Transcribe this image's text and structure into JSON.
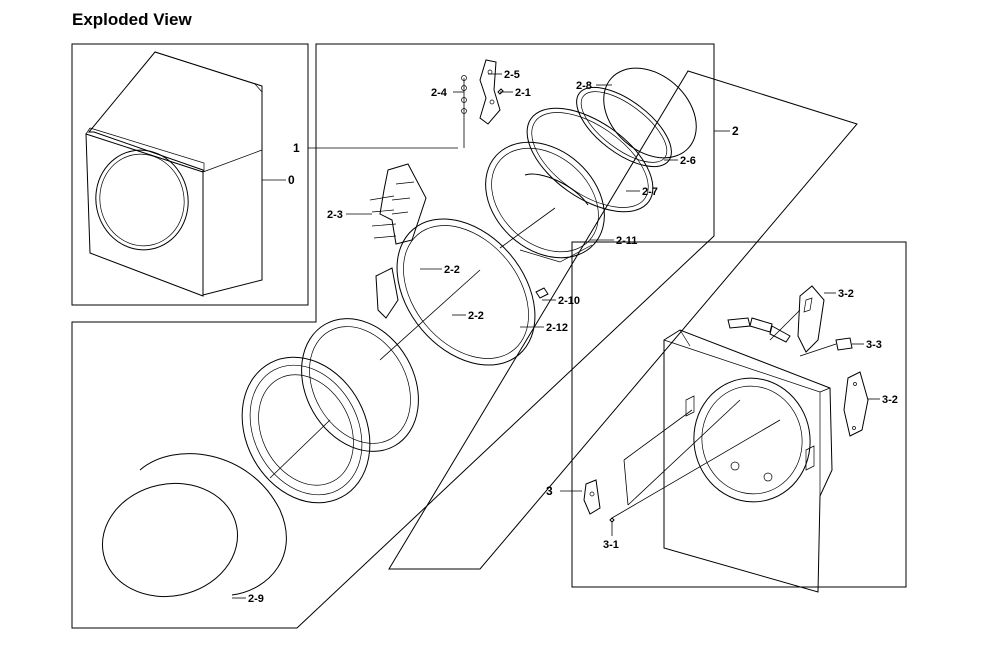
{
  "title": "Exploded View",
  "labels": {
    "l0": "0",
    "l1": "1",
    "l2": "2",
    "l3": "3",
    "l2_1": "2-1",
    "l2_2a": "2-2",
    "l2_2b": "2-2",
    "l2_3": "2-3",
    "l2_4": "2-4",
    "l2_5": "2-5",
    "l2_6": "2-6",
    "l2_7": "2-7",
    "l2_8": "2-8",
    "l2_9": "2-9",
    "l2_10": "2-10",
    "l2_11": "2-11",
    "l2_12": "2-12",
    "l3_1": "3-1",
    "l3_2a": "3-2",
    "l3_2b": "3-2",
    "l3_3": "3-3"
  }
}
